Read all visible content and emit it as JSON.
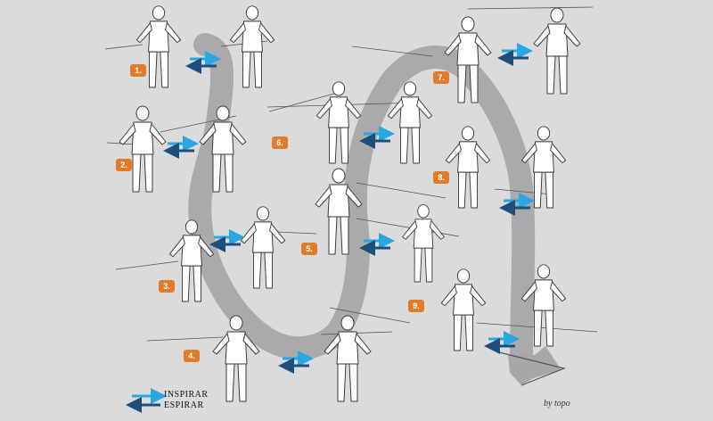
{
  "steps": [
    {
      "label": "1."
    },
    {
      "label": "2."
    },
    {
      "label": "3."
    },
    {
      "label": "4."
    },
    {
      "label": "5."
    },
    {
      "label": "6."
    },
    {
      "label": "7."
    },
    {
      "label": "8."
    },
    {
      "label": "9."
    }
  ],
  "legend": {
    "inhale": "INSPIRAR",
    "exhale": "ESPIRAR"
  },
  "signature": "by topo",
  "colors": {
    "background": "#dcdbdc",
    "path": "#a7a7a9",
    "badge": "#e07b2a",
    "arrow_inhale": "#27a8e0",
    "arrow_exhale": "#1d4f7c",
    "figure_fill": "#ffffff",
    "figure_stroke": "#3a3a3a"
  }
}
